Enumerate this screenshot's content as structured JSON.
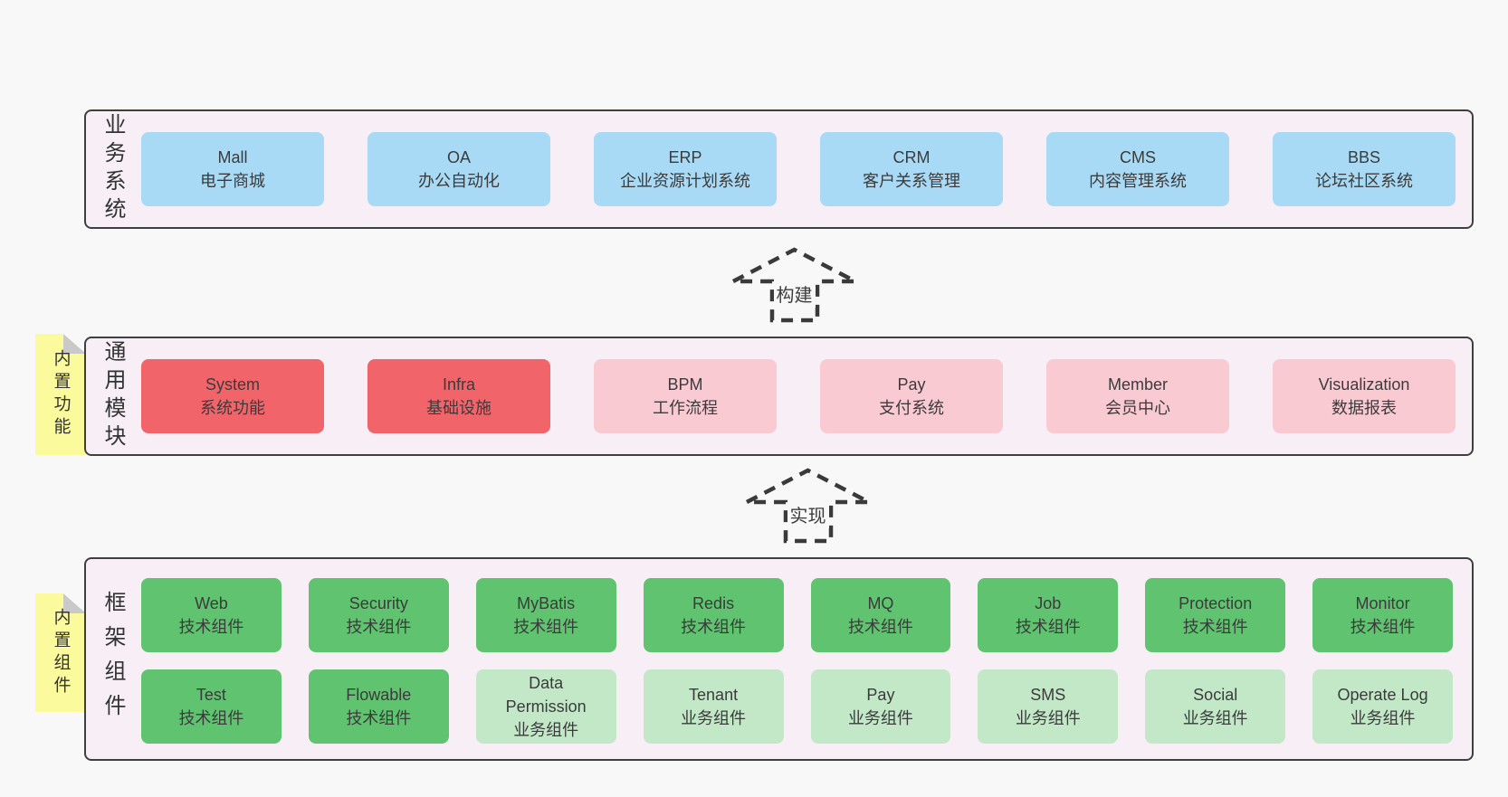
{
  "colors": {
    "page_bg": "#f8f8f8",
    "band_bg": "#f7eef6",
    "border": "#3f3f3f",
    "blue": "#a9daf5",
    "red": "#f1646a",
    "pink": "#facad3",
    "green_dark": "#60c370",
    "green_light": "#c2e8c8",
    "yellow": "#fbfb9d",
    "fold": "#c9c9c9"
  },
  "arrows": {
    "build": "构建",
    "implement": "实现"
  },
  "bands": {
    "business": {
      "label": "业务系统",
      "boxes": [
        {
          "name": "Mall",
          "desc": "电子商城",
          "variant": "blue"
        },
        {
          "name": "OA",
          "desc": "办公自动化",
          "variant": "blue"
        },
        {
          "name": "ERP",
          "desc": "企业资源计划系统",
          "variant": "blue"
        },
        {
          "name": "CRM",
          "desc": "客户关系管理",
          "variant": "blue"
        },
        {
          "name": "CMS",
          "desc": "内容管理系统",
          "variant": "blue"
        },
        {
          "name": "BBS",
          "desc": "论坛社区系统",
          "variant": "blue"
        }
      ]
    },
    "modules": {
      "label": "通用模块",
      "tab": "内置功能",
      "boxes": [
        {
          "name": "System",
          "desc": "系统功能",
          "variant": "red"
        },
        {
          "name": "Infra",
          "desc": "基础设施",
          "variant": "red"
        },
        {
          "name": "BPM",
          "desc": "工作流程",
          "variant": "pink"
        },
        {
          "name": "Pay",
          "desc": "支付系统",
          "variant": "pink"
        },
        {
          "name": "Member",
          "desc": "会员中心",
          "variant": "pink"
        },
        {
          "name": "Visualization",
          "desc": "数据报表",
          "variant": "pink"
        }
      ]
    },
    "framework": {
      "label": "框架组件",
      "tab": "内置组件",
      "row1": [
        {
          "name": "Web",
          "desc": "技术组件",
          "variant": "green-dark"
        },
        {
          "name": "Security",
          "desc": "技术组件",
          "variant": "green-dark"
        },
        {
          "name": "MyBatis",
          "desc": "技术组件",
          "variant": "green-dark"
        },
        {
          "name": "Redis",
          "desc": "技术组件",
          "variant": "green-dark"
        },
        {
          "name": "MQ",
          "desc": "技术组件",
          "variant": "green-dark"
        },
        {
          "name": "Job",
          "desc": "技术组件",
          "variant": "green-dark"
        },
        {
          "name": "Protection",
          "desc": "技术组件",
          "variant": "green-dark"
        },
        {
          "name": "Monitor",
          "desc": "技术组件",
          "variant": "green-dark"
        }
      ],
      "row2": [
        {
          "name": "Test",
          "desc": "技术组件",
          "variant": "green-dark"
        },
        {
          "name": "Flowable",
          "desc": "技术组件",
          "variant": "green-dark"
        },
        {
          "name": "Data Permission",
          "desc": "业务组件",
          "variant": "green-light"
        },
        {
          "name": "Tenant",
          "desc": "业务组件",
          "variant": "green-light"
        },
        {
          "name": "Pay",
          "desc": "业务组件",
          "variant": "green-light"
        },
        {
          "name": "SMS",
          "desc": "业务组件",
          "variant": "green-light"
        },
        {
          "name": "Social",
          "desc": "业务组件",
          "variant": "green-light"
        },
        {
          "name": "Operate Log",
          "desc": "业务组件",
          "variant": "green-light"
        }
      ]
    }
  }
}
